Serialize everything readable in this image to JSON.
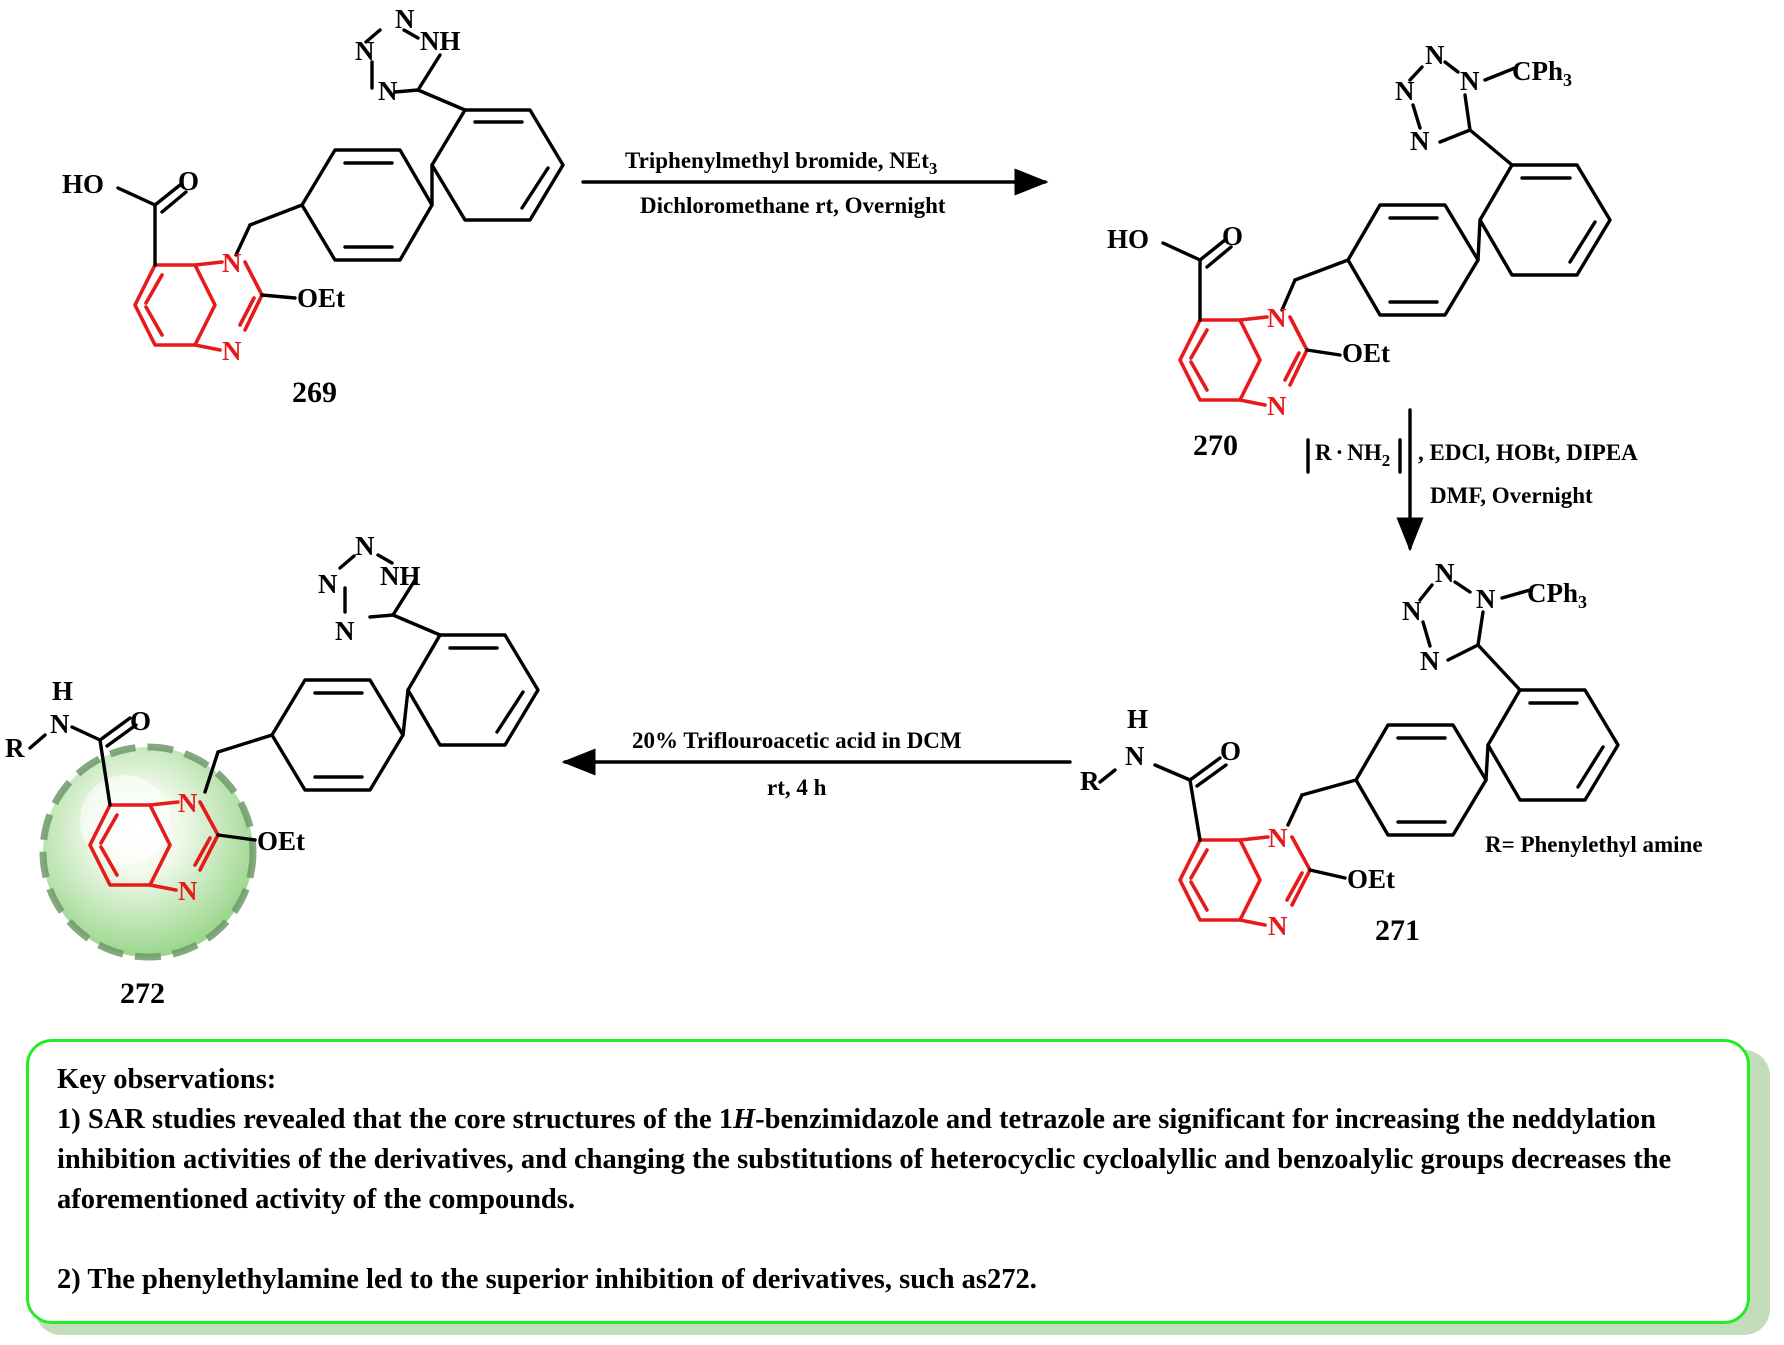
{
  "compounds": [
    {
      "id": "269",
      "label": "269"
    },
    {
      "id": "270",
      "label": "270"
    },
    {
      "id": "271",
      "label": "271"
    },
    {
      "id": "272",
      "label": "272"
    }
  ],
  "atoms": {
    "tetrazole_N": "N",
    "tetrazole_NH": "NH",
    "trityl_N": "N",
    "trityl_group": "CPh",
    "trityl_sub": "3",
    "carboxyl_HO": "HO",
    "carbonyl_O": "O",
    "ring_N": "N",
    "ethoxy": "OEt",
    "amide_H": "H",
    "amide_N": "N",
    "R": "R"
  },
  "steps": [
    {
      "id": "step1",
      "line1_main": "Triphenylmethyl bromide, NEt",
      "line1_sub": "3",
      "line2": "Dichloromethane rt, Overnight"
    },
    {
      "id": "step2",
      "reagent_R": "R",
      "reagent_dot": "·",
      "reagent_NH": "NH",
      "reagent_sub": "2",
      "line1": ", EDCl, HOBt, DIPEA",
      "line2": "DMF, Overnight"
    },
    {
      "id": "step3",
      "line1": "20% Triflouroacetic acid in DCM",
      "line2": "rt, 4 h"
    }
  ],
  "r_definition": "R= Phenylethyl amine",
  "observations": {
    "title": "Key observations:",
    "item1_pre": "1) SAR studies revealed that the core structures of the 1",
    "item1_italic": "H",
    "item1_post": "-benzimidazole and tetrazole are significant for increasing the neddylation inhibition activities of the derivatives, and changing the substitutions of heterocyclic cycloalyllic and benzoalylic groups decreases the aforementioned activity of the compounds.",
    "item2": "2) The phenylethylamine led to the superior inhibition of derivatives, such as272."
  },
  "colors": {
    "core": "#e8191a",
    "box_border": "#22ee22",
    "box_shadow": "#c2dcbc",
    "highlight": "#8fd27f"
  }
}
